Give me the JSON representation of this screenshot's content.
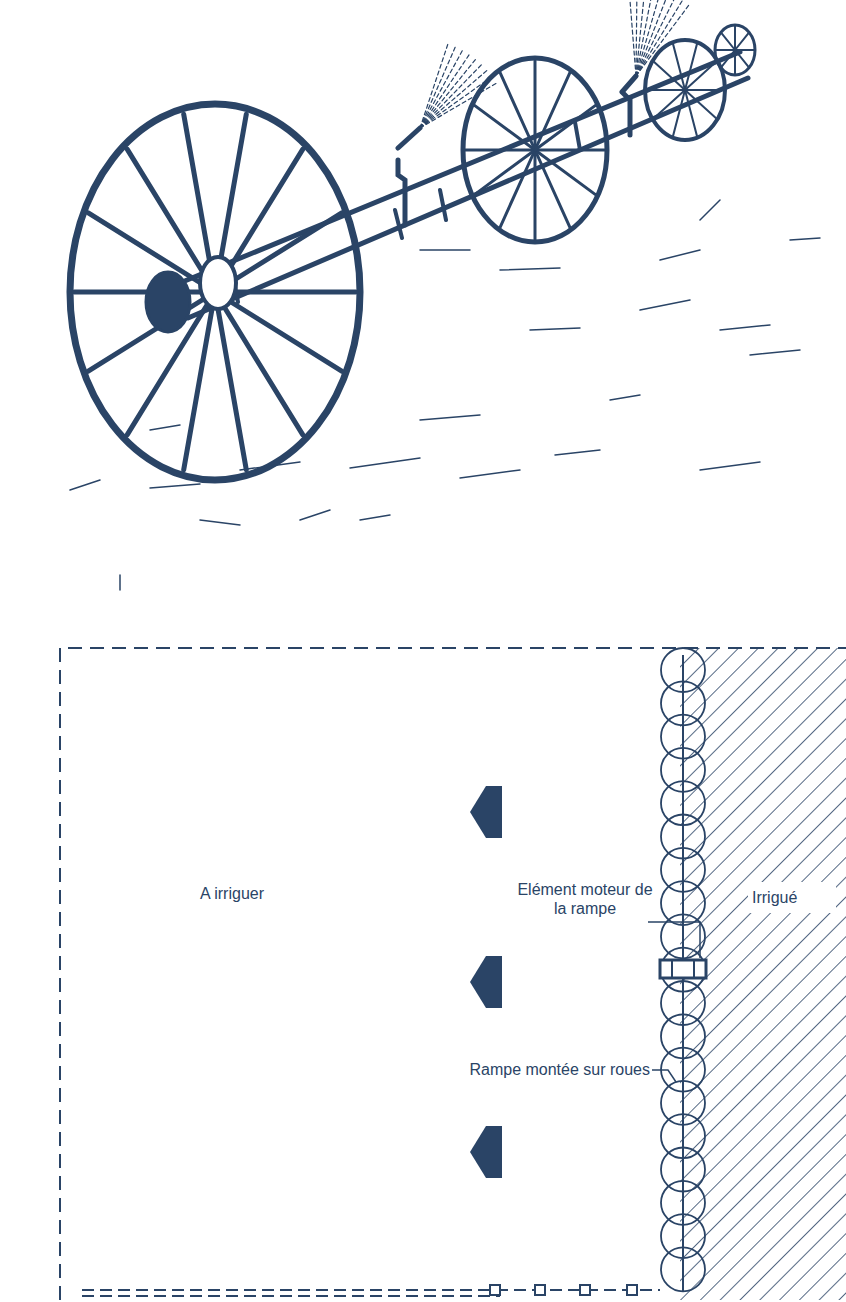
{
  "diagram": {
    "labels": [
      "A irriguer",
      "Elément moteur de la rampe",
      "Irrigué",
      "Rampe montée sur roues"
    ]
  }
}
